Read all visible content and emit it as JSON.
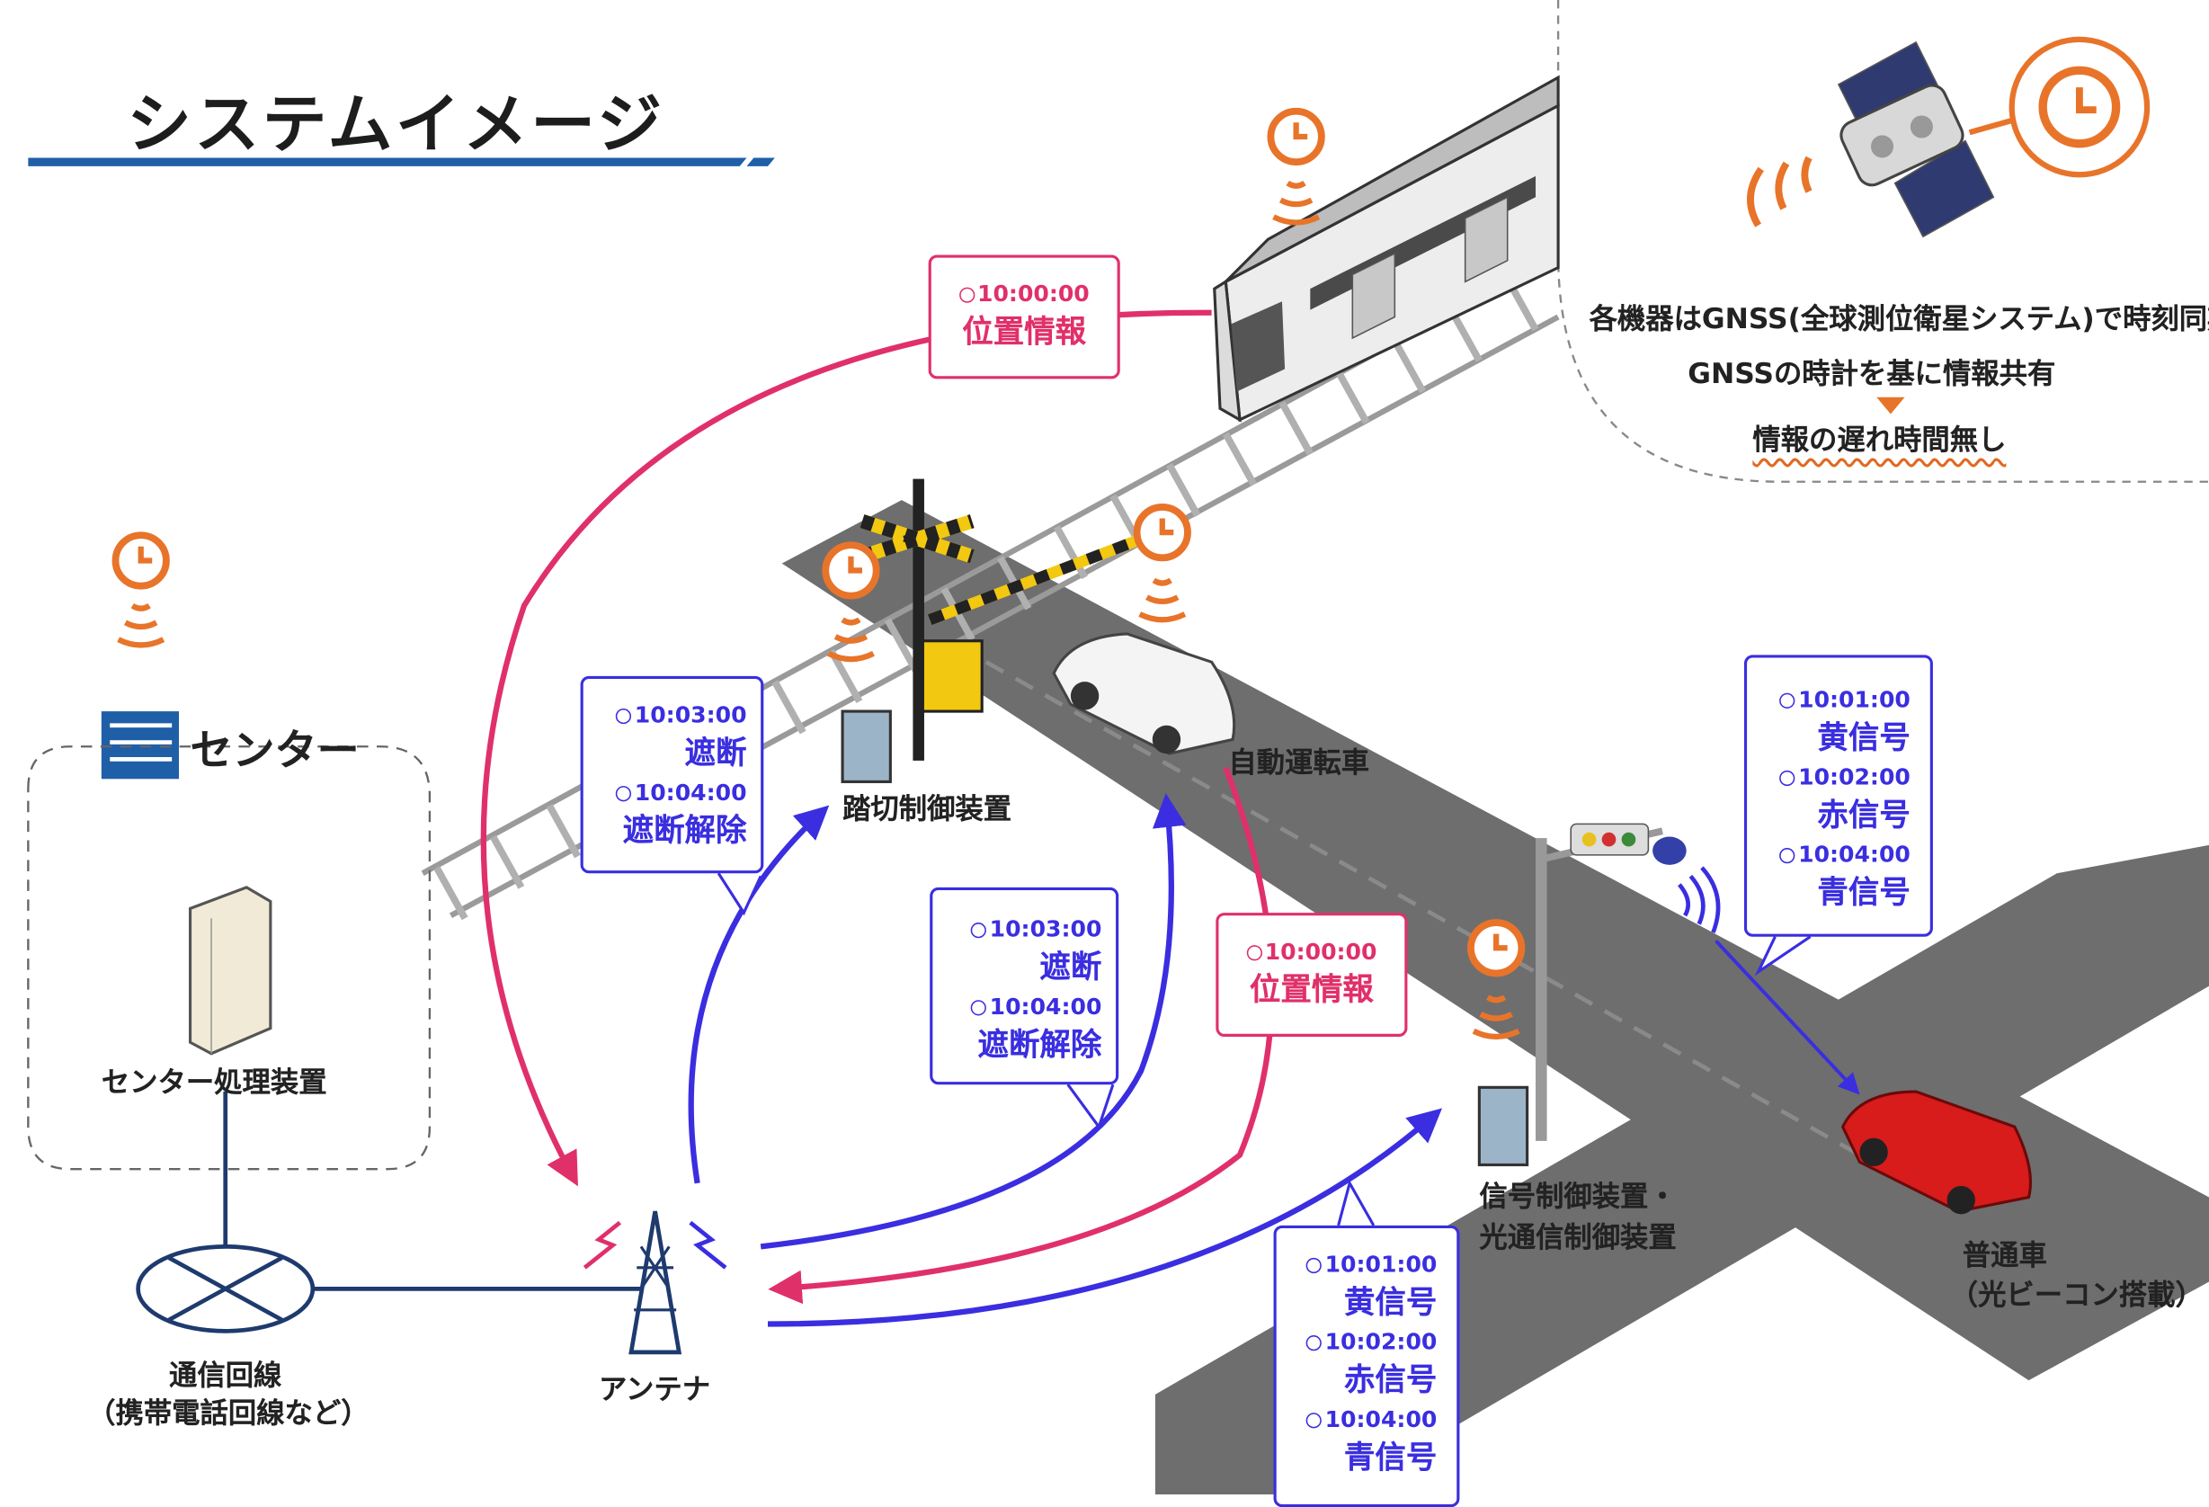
{
  "title": "システムイメージ",
  "labels": {
    "center": "センター",
    "center_processor": "センター処理装置",
    "comm_line": "通信回線",
    "comm_line_sub": "（携帯電話回線など）",
    "antenna": "アンテナ",
    "crossing_controller": "踏切制御装置",
    "auto_car": "自動運転車",
    "signal_controller_1": "信号制御装置・",
    "signal_controller_2": "光通信制御装置",
    "normal_car": "普通車",
    "normal_car_sub": "（光ビーコン搭載）"
  },
  "gnss": {
    "line1": "各機器はGNSS(全球測位衛星システム)で時刻同期",
    "line2": "GNSSの時計を基に情報共有",
    "line3": "情報の遅れ時間無し"
  },
  "boxes": {
    "train_pos": {
      "time": "10:00:00",
      "text": "位置情報"
    },
    "car_pos": {
      "time": "10:00:00",
      "text": "位置情報"
    },
    "crossing": [
      {
        "time": "10:03:00",
        "text": "遮断"
      },
      {
        "time": "10:04:00",
        "text": "遮断解除"
      }
    ],
    "auto_car": [
      {
        "time": "10:03:00",
        "text": "遮断"
      },
      {
        "time": "10:04:00",
        "text": "遮断解除"
      }
    ],
    "signal_top": [
      {
        "time": "10:01:00",
        "text": "黄信号"
      },
      {
        "time": "10:02:00",
        "text": "赤信号"
      },
      {
        "time": "10:04:00",
        "text": "青信号"
      }
    ],
    "signal_bottom": [
      {
        "time": "10:01:00",
        "text": "黄信号"
      },
      {
        "time": "10:02:00",
        "text": "赤信号"
      },
      {
        "time": "10:04:00",
        "text": "青信号"
      }
    ]
  },
  "colors": {
    "pink": "#e0306a",
    "blue": "#3a2ee0",
    "orange": "#e8742a",
    "road": "#6e6e6e",
    "title_underline": "#1f5fa8"
  }
}
